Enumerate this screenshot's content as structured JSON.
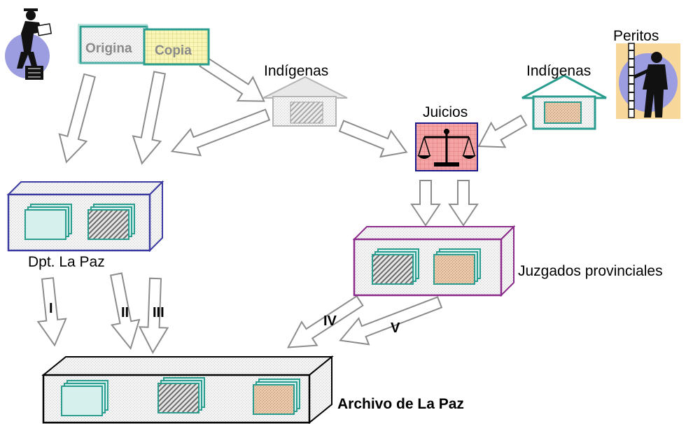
{
  "labels": {
    "indigenas_top": "Indígenas",
    "indigenas_right": "Indígenas",
    "peritos": "Peritos",
    "juicios": "Juicios",
    "dpt_la_paz": "Dpt. La Paz",
    "juzgados": "Juzgados provinciales",
    "archivo": "Archivo de La Paz",
    "doc_original": "Origina",
    "doc_copia": "Copia"
  },
  "routes": {
    "r1": "I",
    "r2": "II",
    "r3": "III",
    "r4": "IV",
    "r5": "V"
  },
  "colors": {
    "teal": "#2a9d8f",
    "light_teal_fill": "#d6f0ee",
    "copy_fill": "#f6f3a8",
    "box_blue_border": "#3a3aa0",
    "box_purple_border": "#8a2a8a",
    "archive_border": "#000000",
    "scale_fill": "#f2a0a0",
    "peritos_bg": "#f8d79a",
    "person_bg": "#9c9ce0"
  }
}
